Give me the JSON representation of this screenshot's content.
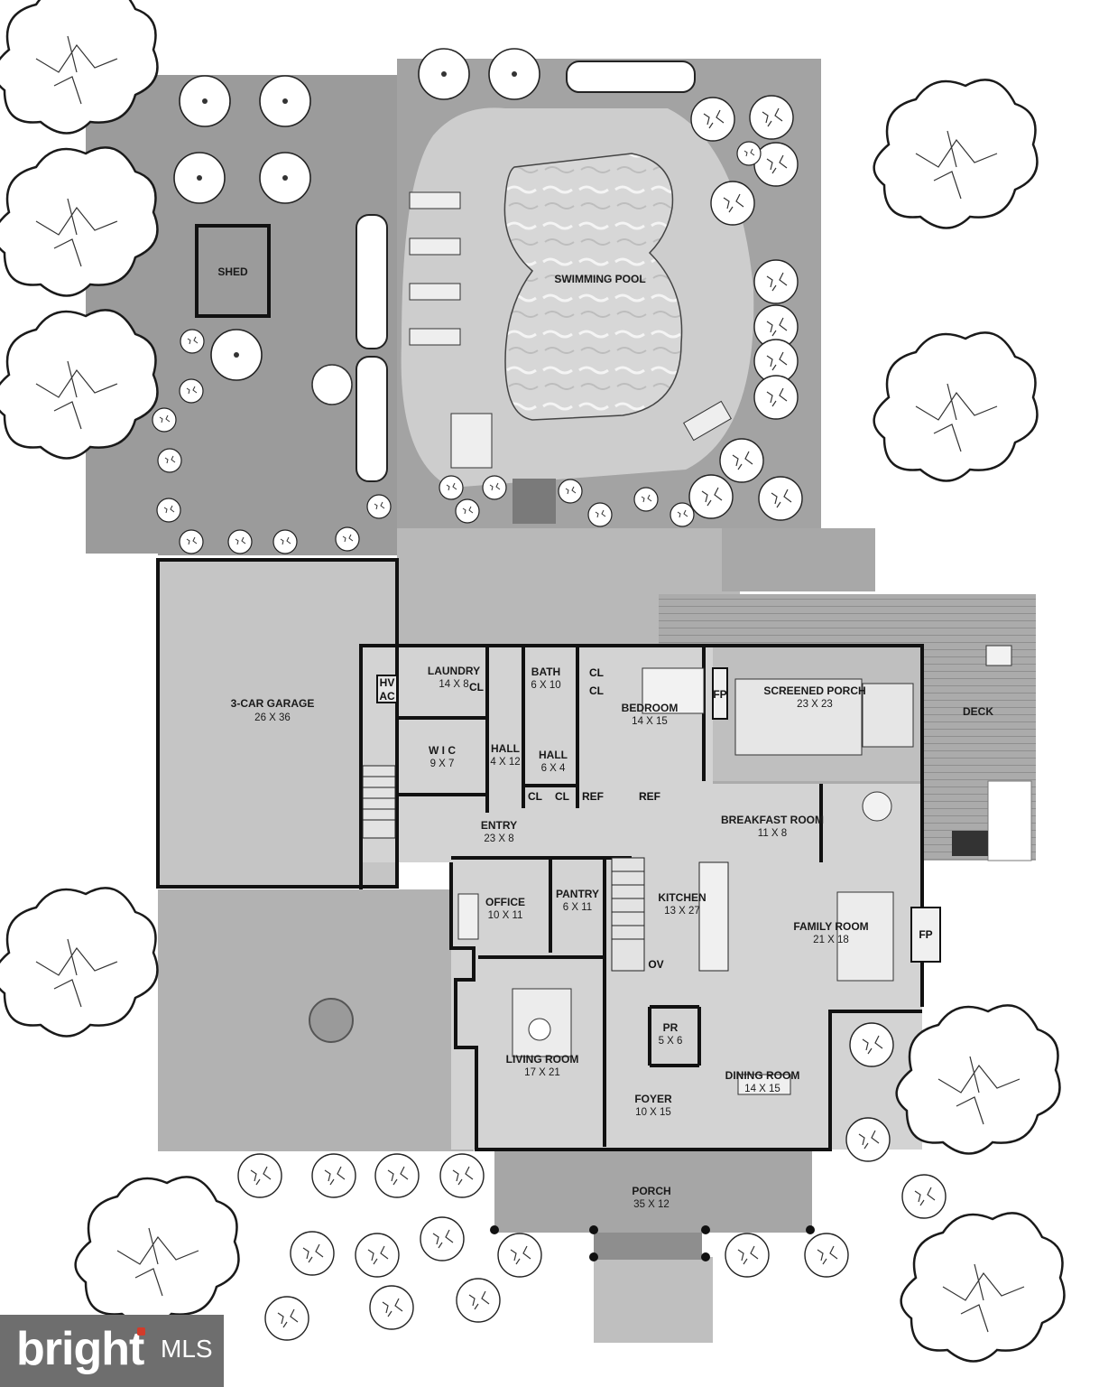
{
  "rooms": {
    "shed": {
      "name": "SHED",
      "dim": ""
    },
    "pool": {
      "name": "SWIMMING POOL",
      "dim": ""
    },
    "garage": {
      "name": "3-CAR GARAGE",
      "dim": "26 X 36"
    },
    "laundry": {
      "name": "LAUNDRY",
      "dim": "14 X 8"
    },
    "bath": {
      "name": "BATH",
      "dim": "6 X 10"
    },
    "bedroom": {
      "name": "BEDROOM",
      "dim": "14 X 15"
    },
    "screened_porch": {
      "name": "SCREENED PORCH",
      "dim": "23 X 23"
    },
    "deck": {
      "name": "DECK",
      "dim": ""
    },
    "wic": {
      "name": "W I C",
      "dim": "9 X 7"
    },
    "hall_a": {
      "name": "HALL",
      "dim": "4 X 12"
    },
    "hall_b": {
      "name": "HALL",
      "dim": "6 X 4"
    },
    "entry": {
      "name": "ENTRY",
      "dim": "23 X 8"
    },
    "breakfast": {
      "name": "BREAKFAST ROOM",
      "dim": "11 X 8"
    },
    "office": {
      "name": "OFFICE",
      "dim": "10 X 11"
    },
    "pantry": {
      "name": "PANTRY",
      "dim": "6 X 11"
    },
    "kitchen": {
      "name": "KITCHEN",
      "dim": "13 X 27"
    },
    "family": {
      "name": "FAMILY ROOM",
      "dim": "21 X 18"
    },
    "living": {
      "name": "LIVING ROOM",
      "dim": "17 X 21"
    },
    "pr": {
      "name": "PR",
      "dim": "5 X 6"
    },
    "dining": {
      "name": "DINING ROOM",
      "dim": "14 X 15"
    },
    "foyer": {
      "name": "FOYER",
      "dim": "10 X 15"
    },
    "porch": {
      "name": "PORCH",
      "dim": "35 X 12"
    }
  },
  "fixtures": {
    "hv": "HV",
    "ac": "AC",
    "cl": "CL",
    "fp": "FP",
    "ref": "REF",
    "ov": "OV"
  },
  "logo": {
    "word": "bright",
    "suffix": "MLS"
  },
  "colors": {
    "yard": "#9a9a9a",
    "pool_deck": "#c8c8c8",
    "floor": "#d2d2d2",
    "garage": "#c6c6c6",
    "deck": "#a9a9a9",
    "wall": "#111111"
  }
}
